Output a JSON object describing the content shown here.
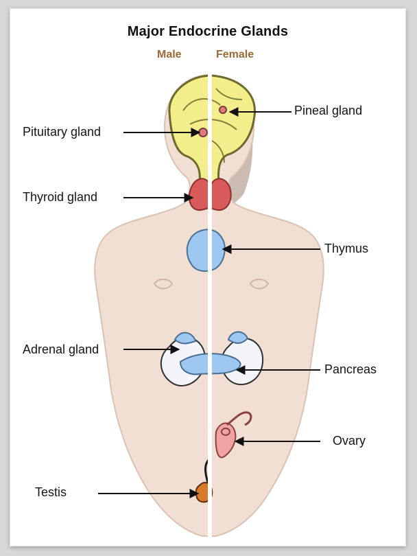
{
  "diagram": {
    "title": "Major Endocrine Glands",
    "sex_labels": {
      "male": "Male",
      "female": "Female"
    },
    "labels": {
      "pineal": "Pineal gland",
      "pituitary": "Pituitary gland",
      "thyroid": "Thyroid gland",
      "thymus": "Thymus",
      "adrenal": "Adrenal gland",
      "pancreas": "Pancreas",
      "ovary": "Ovary",
      "testis": "Testis"
    }
  },
  "colors": {
    "skin": "#f0dfd2",
    "skin_stroke": "#d9c2b3",
    "hair": "#c9b7ad",
    "brain": "#f2ee8c",
    "brain_stroke": "#6d6a2d",
    "thyroid": "#d85a5a",
    "thymus": "#9ec7f2",
    "kidney": "#f3f5fb",
    "pancreas": "#9ec7f2",
    "ovary_uterus": "#f0a3a3",
    "testis": "#d77a2b",
    "line": "#111111",
    "divider": "#ffffff"
  }
}
